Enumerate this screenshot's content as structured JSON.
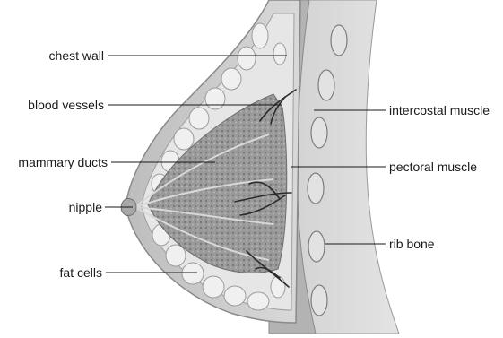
{
  "labels": {
    "chest_wall": "chest wall",
    "blood_vessels": "blood vessels",
    "mammary_ducts": "mammary ducts",
    "nipple": "nipple",
    "fat_cells": "fat cells",
    "intercostal_muscle": "intercostal muscle",
    "pectoral_muscle": "pectoral muscle",
    "rib_bone": "rib bone"
  },
  "colors": {
    "background": "#ffffff",
    "skin": "#c9c9c9",
    "fat_lobule": "#e0e0e0",
    "gland_tissue": "#8f8f8f",
    "muscle": "#a6a6a6",
    "rib": "#d8d8d8",
    "vessel": "#2b2b2b",
    "leader_line": "#1a1a1a"
  }
}
